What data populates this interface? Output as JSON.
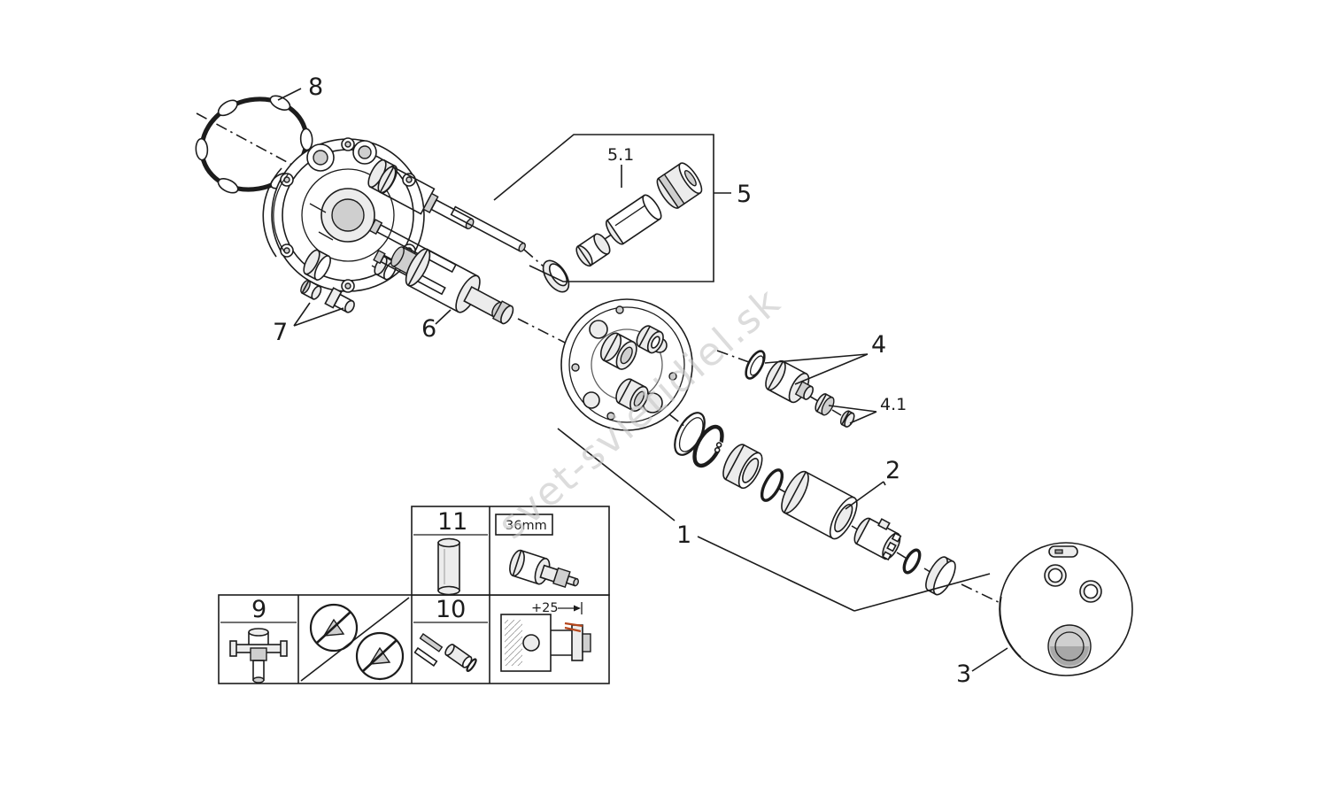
{
  "diagram": {
    "watermark": "svet-svietidiel.sk",
    "callouts": {
      "p1": "1",
      "p2": "2",
      "p3": "3",
      "p4": "4",
      "p4_1": "4.1",
      "p5": "5",
      "p5_1": "5.1",
      "p6": "6",
      "p7": "7",
      "p8": "8",
      "p9": "9",
      "p10": "10",
      "p11": "11"
    },
    "inset": {
      "cartridge_size": "36mm",
      "extension_dim": "+25"
    },
    "colors": {
      "line": "#1c1c1c",
      "shade1": "#ececec",
      "shade2": "#cfcfcf",
      "shade3": "#9a9a9a",
      "watermark": "#c7c7c7",
      "accent": "#b5471d"
    }
  }
}
